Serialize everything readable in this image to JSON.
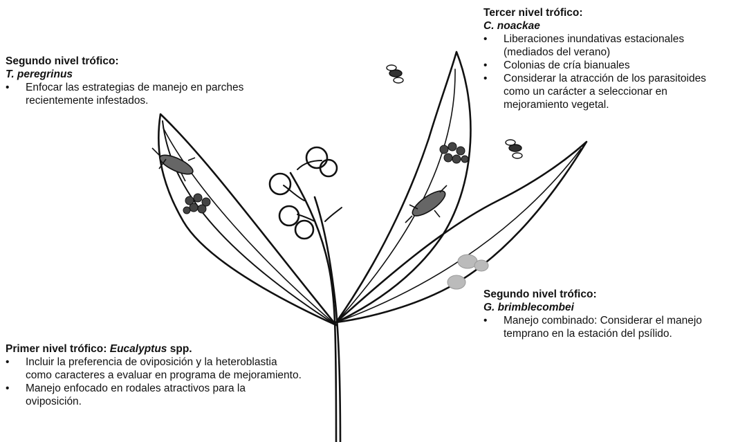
{
  "blocks": {
    "third": {
      "level": "Tercer nivel trófico:",
      "species": "C. noackae",
      "bullets": [
        "Liberaciones inundativas estacionales (mediados del verano)",
        "Colonias de cría bianuales",
        "Considerar la atracción de los parasitoides como un carácter a seleccionar en mejoramiento vegetal."
      ]
    },
    "second_tp": {
      "level": "Segundo nivel trófico:",
      "species": "T. peregrinus",
      "bullets": [
        "Enfocar las estrategias de manejo en parches recientemente infestados."
      ]
    },
    "second_gb": {
      "level": "Segundo nivel trófico:",
      "species": "G. brimblecombei",
      "bullets": [
        "Manejo combinado: Considerar el manejo temprano en la estación del psílido."
      ]
    },
    "first": {
      "level": "Primer nivel trófico: ",
      "species": "Eucalyptus",
      "suffix": " spp.",
      "bullets": [
        "Incluir la preferencia de oviposición y la heteroblastia como caracteres a evaluar en programa de mejoramiento.",
        "Manejo enfocado en rodales atractivos para la oviposición."
      ]
    }
  }
}
